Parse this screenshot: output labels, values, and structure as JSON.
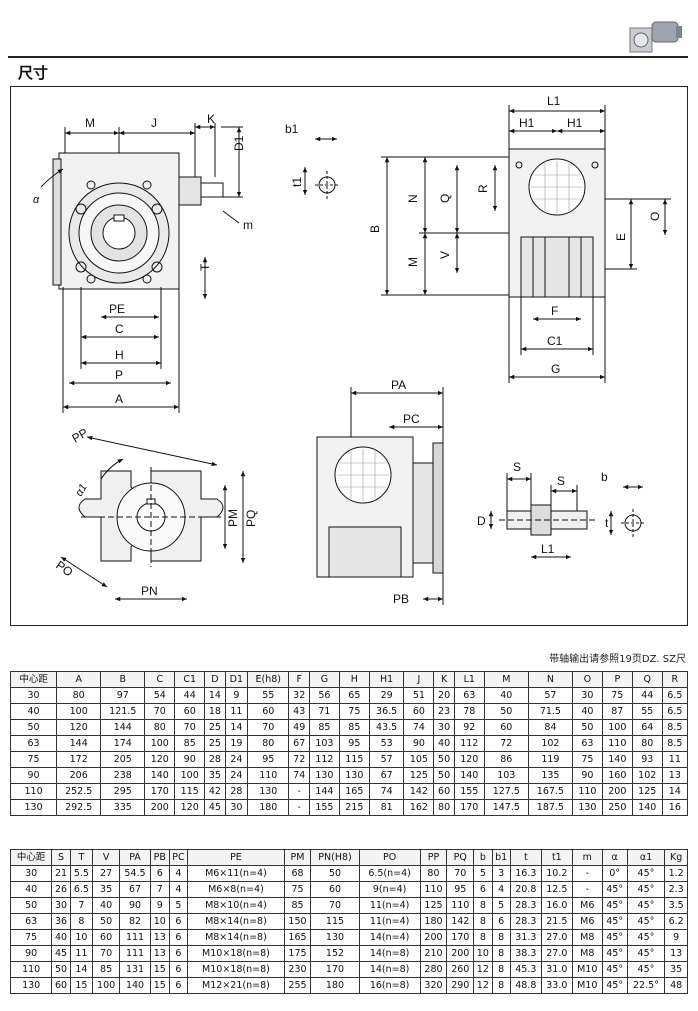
{
  "header": {
    "title": "尺寸"
  },
  "note": "带轴输出请参照19页DZ. SZ尺",
  "drawing_labels": {
    "M": "M",
    "J": "J",
    "K": "K",
    "D1": "D1",
    "alpha": "α",
    "m": "m",
    "T": "T",
    "PE": "PE",
    "C": "C",
    "H": "H",
    "P": "P",
    "A": "A",
    "b1": "b1",
    "t1": "t1",
    "L1": "L1",
    "H1a": "H1",
    "H1b": "H1",
    "N": "N",
    "Q": "Q",
    "R": "R",
    "O": "O",
    "E": "E",
    "B": "B",
    "Mv": "M",
    "V": "V",
    "F": "F",
    "C1": "C1",
    "G": "G",
    "PA": "PA",
    "PC": "PC",
    "PB": "PB",
    "PP": "PP",
    "alpha1": "α1",
    "PM": "PM",
    "PQ": "PQ",
    "PO": "PO",
    "PN": "PN",
    "S1": "S",
    "S2": "S",
    "D": "D",
    "L1s": "L1",
    "b": "b",
    "t": "t"
  },
  "table1": {
    "headers": [
      "中心距",
      "A",
      "B",
      "C",
      "C1",
      "D",
      "D1",
      "E(h8)",
      "F",
      "G",
      "H",
      "H1",
      "J",
      "K",
      "L1",
      "M",
      "N",
      "O",
      "P",
      "Q",
      "R"
    ],
    "rows": [
      [
        "30",
        "80",
        "97",
        "54",
        "44",
        "14",
        "9",
        "55",
        "32",
        "56",
        "65",
        "29",
        "51",
        "20",
        "63",
        "40",
        "57",
        "30",
        "75",
        "44",
        "6.5"
      ],
      [
        "40",
        "100",
        "121.5",
        "70",
        "60",
        "18",
        "11",
        "60",
        "43",
        "71",
        "75",
        "36.5",
        "60",
        "23",
        "78",
        "50",
        "71.5",
        "40",
        "87",
        "55",
        "6.5"
      ],
      [
        "50",
        "120",
        "144",
        "80",
        "70",
        "25",
        "14",
        "70",
        "49",
        "85",
        "85",
        "43.5",
        "74",
        "30",
        "92",
        "60",
        "84",
        "50",
        "100",
        "64",
        "8.5"
      ],
      [
        "63",
        "144",
        "174",
        "100",
        "85",
        "25",
        "19",
        "80",
        "67",
        "103",
        "95",
        "53",
        "90",
        "40",
        "112",
        "72",
        "102",
        "63",
        "110",
        "80",
        "8.5"
      ],
      [
        "75",
        "172",
        "205",
        "120",
        "90",
        "28",
        "24",
        "95",
        "72",
        "112",
        "115",
        "57",
        "105",
        "50",
        "120",
        "86",
        "119",
        "75",
        "140",
        "93",
        "11"
      ],
      [
        "90",
        "206",
        "238",
        "140",
        "100",
        "35",
        "24",
        "110",
        "74",
        "130",
        "130",
        "67",
        "125",
        "50",
        "140",
        "103",
        "135",
        "90",
        "160",
        "102",
        "13"
      ],
      [
        "110",
        "252.5",
        "295",
        "170",
        "115",
        "42",
        "28",
        "130",
        "-",
        "144",
        "165",
        "74",
        "142",
        "60",
        "155",
        "127.5",
        "167.5",
        "110",
        "200",
        "125",
        "14"
      ],
      [
        "130",
        "292.5",
        "335",
        "200",
        "120",
        "45",
        "30",
        "180",
        "-",
        "155",
        "215",
        "81",
        "162",
        "80",
        "170",
        "147.5",
        "187.5",
        "130",
        "250",
        "140",
        "16"
      ]
    ]
  },
  "table2": {
    "headers": [
      "中心距",
      "S",
      "T",
      "V",
      "PA",
      "PB",
      "PC",
      "PE",
      "PM",
      "PN(H8)",
      "PO",
      "PP",
      "PQ",
      "b",
      "b1",
      "t",
      "t1",
      "m",
      "α",
      "α1",
      "Kg"
    ],
    "rows": [
      [
        "30",
        "21",
        "5.5",
        "27",
        "54.5",
        "6",
        "4",
        "M6×11(n=4)",
        "68",
        "50",
        "6.5(n=4)",
        "80",
        "70",
        "5",
        "3",
        "16.3",
        "10.2",
        "-",
        "0°",
        "45°",
        "1.2"
      ],
      [
        "40",
        "26",
        "6.5",
        "35",
        "67",
        "7",
        "4",
        "M6×8(n=4)",
        "75",
        "60",
        "9(n=4)",
        "110",
        "95",
        "6",
        "4",
        "20.8",
        "12.5",
        "-",
        "45°",
        "45°",
        "2.3"
      ],
      [
        "50",
        "30",
        "7",
        "40",
        "90",
        "9",
        "5",
        "M8×10(n=4)",
        "85",
        "70",
        "11(n=4)",
        "125",
        "110",
        "8",
        "5",
        "28.3",
        "16.0",
        "M6",
        "45°",
        "45°",
        "3.5"
      ],
      [
        "63",
        "36",
        "8",
        "50",
        "82",
        "10",
        "6",
        "M8×14(n=8)",
        "150",
        "115",
        "11(n=4)",
        "180",
        "142",
        "8",
        "6",
        "28.3",
        "21.5",
        "M6",
        "45°",
        "45°",
        "6.2"
      ],
      [
        "75",
        "40",
        "10",
        "60",
        "111",
        "13",
        "6",
        "M8×14(n=8)",
        "165",
        "130",
        "14(n=4)",
        "200",
        "170",
        "8",
        "8",
        "31.3",
        "27.0",
        "M8",
        "45°",
        "45°",
        "9"
      ],
      [
        "90",
        "45",
        "11",
        "70",
        "111",
        "13",
        "6",
        "M10×18(n=8)",
        "175",
        "152",
        "14(n=8)",
        "210",
        "200",
        "10",
        "8",
        "38.3",
        "27.0",
        "M8",
        "45°",
        "45°",
        "13"
      ],
      [
        "110",
        "50",
        "14",
        "85",
        "131",
        "15",
        "6",
        "M10×18(n=8)",
        "230",
        "170",
        "14(n=8)",
        "280",
        "260",
        "12",
        "8",
        "45.3",
        "31.0",
        "M10",
        "45°",
        "45°",
        "35"
      ],
      [
        "130",
        "60",
        "15",
        "100",
        "140",
        "15",
        "6",
        "M12×21(n=8)",
        "255",
        "180",
        "16(n=8)",
        "320",
        "290",
        "12",
        "8",
        "48.8",
        "33.0",
        "M10",
        "45°",
        "22.5°",
        "48"
      ]
    ]
  }
}
